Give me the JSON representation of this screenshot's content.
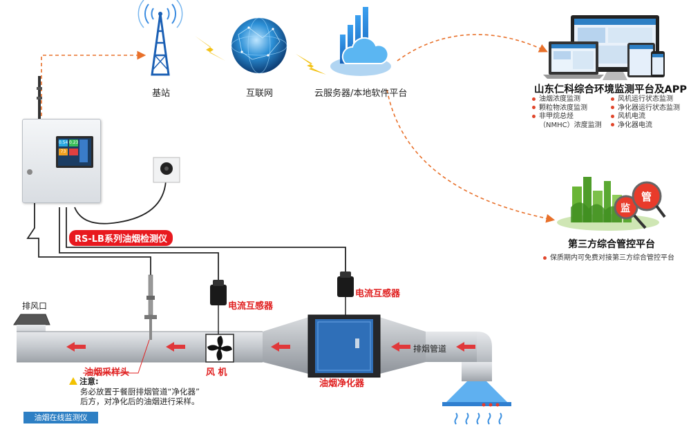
{
  "labels": {
    "base_station": "基站",
    "internet": "互联网",
    "cloud": "云服务器/本地软件平台",
    "platform_title": "山东仁科综合环境监测平台及APP",
    "third_party_title": "第三方综合管控平台",
    "third_party_note": "保质期内可免费对接第三方综合管控平台",
    "monitor_name": "油烟在线监测仪",
    "rs_series": "RS-LB系列油烟检测仪",
    "current_sensor_1": "电流互感器",
    "current_sensor_2": "电流互感器",
    "exhaust_outlet": "排风口",
    "exhaust_duct": "排烟管道",
    "sampling_head": "油烟采样头",
    "fan": "风 机",
    "purifier": "油烟净化器",
    "supervise_badge_1": "监",
    "supervise_badge_2": "管",
    "screen_value_1": "0.54",
    "screen_value_2": "0.23",
    "screen_value_3": "73"
  },
  "features_left": [
    "油烟浓度监测",
    "颗粒物浓度监测",
    "非甲烷总烃",
    "（NMHC）浓度监测"
  ],
  "features_right": [
    "风机运行状态监测",
    "净化器运行状态监测",
    "风机电流",
    "净化器电流"
  ],
  "note": {
    "title": "注意:",
    "line1": "务必放置于餐厨排烟管道“净化器”",
    "line2": "后方，对净化后的油烟进行采样。"
  },
  "colors": {
    "accent_red": "#e02020",
    "arrow_orange": "#e8702a",
    "duct_gray": "#c9cdd2",
    "purifier_blue": "#2f6fb8",
    "panel_blue": "#2d7fc4"
  },
  "icons": [
    "tower-icon",
    "globe-icon",
    "cloud-server-icon",
    "devices-icon",
    "city-supervision-icon",
    "fan-icon",
    "clamp-sensor-icon",
    "hood-icon",
    "warning-icon"
  ]
}
